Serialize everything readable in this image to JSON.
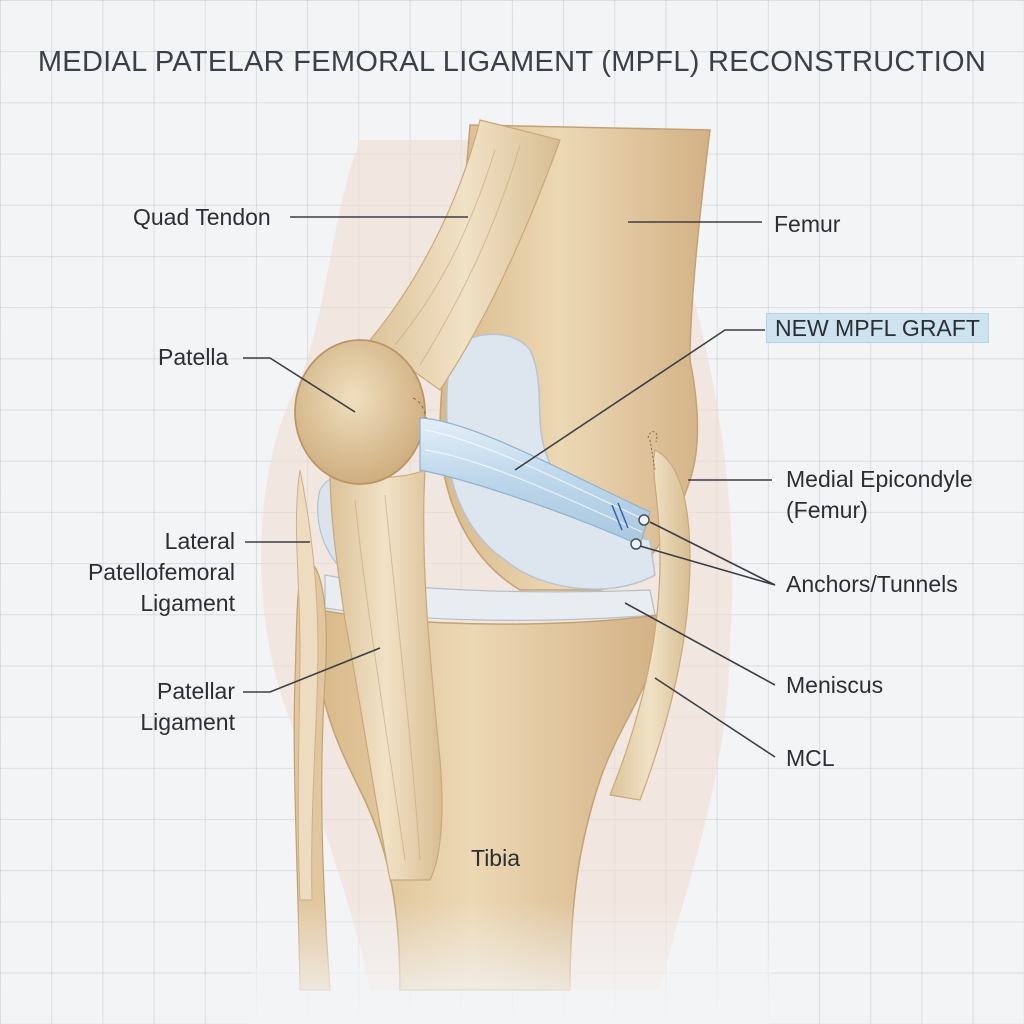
{
  "title": "MEDIAL PATELAR FEMORAL LIGAMENT (MPFL) RECONSTRUCTION",
  "labels": {
    "quad_tendon": "Quad Tendon",
    "femur": "Femur",
    "new_graft": "NEW MPFL GRAFT",
    "patella": "Patella",
    "medial_epicondyle_1": "Medial Epicondyle",
    "medial_epicondyle_2": "(Femur)",
    "lateral_pf_1": "Lateral",
    "lateral_pf_2": "Patellofemoral",
    "lateral_pf_3": "Ligament",
    "anchors": "Anchors/Tunnels",
    "patellar_lig_1": "Patellar",
    "patellar_lig_2": "Ligament",
    "meniscus": "Meniscus",
    "mcl": "MCL",
    "tibia": "Tibia"
  },
  "colors": {
    "bone": "#e9d3ac",
    "bone_shade": "#cfae7c",
    "cartilage": "#dfe6ee",
    "graft": "#c9dff0",
    "highlight": "#cde4f0",
    "leader": "#3a3f45"
  }
}
